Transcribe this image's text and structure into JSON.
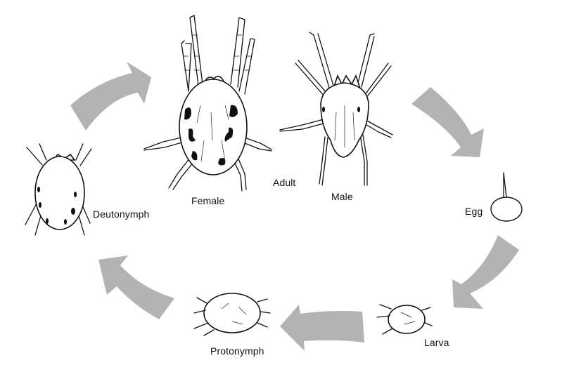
{
  "diagram": {
    "type": "life-cycle",
    "subject": "mite",
    "arrow_color": "#b3b3b3",
    "stages": [
      {
        "id": "adult",
        "label": "Adult",
        "forms": [
          {
            "label": "Female"
          },
          {
            "label": "Male"
          }
        ]
      },
      {
        "id": "egg",
        "label": "Egg"
      },
      {
        "id": "larva",
        "label": "Larva"
      },
      {
        "id": "protonymph",
        "label": "Protonymph"
      },
      {
        "id": "deutonymph",
        "label": "Deutonymph"
      }
    ],
    "labels": {
      "female": "Female",
      "adult": "Adult",
      "male": "Male",
      "egg": "Egg",
      "larva": "Larva",
      "protonymph": "Protonymph",
      "deutonymph": "Deutonymph"
    },
    "arrows": [
      {
        "from": "deutonymph",
        "to": "female",
        "direction": "up-right"
      },
      {
        "from": "male",
        "to": "egg",
        "direction": "down-right"
      },
      {
        "from": "egg",
        "to": "larva",
        "direction": "down-left"
      },
      {
        "from": "larva",
        "to": "protonymph",
        "direction": "left"
      },
      {
        "from": "protonymph",
        "to": "deutonymph",
        "direction": "up-left"
      }
    ]
  }
}
